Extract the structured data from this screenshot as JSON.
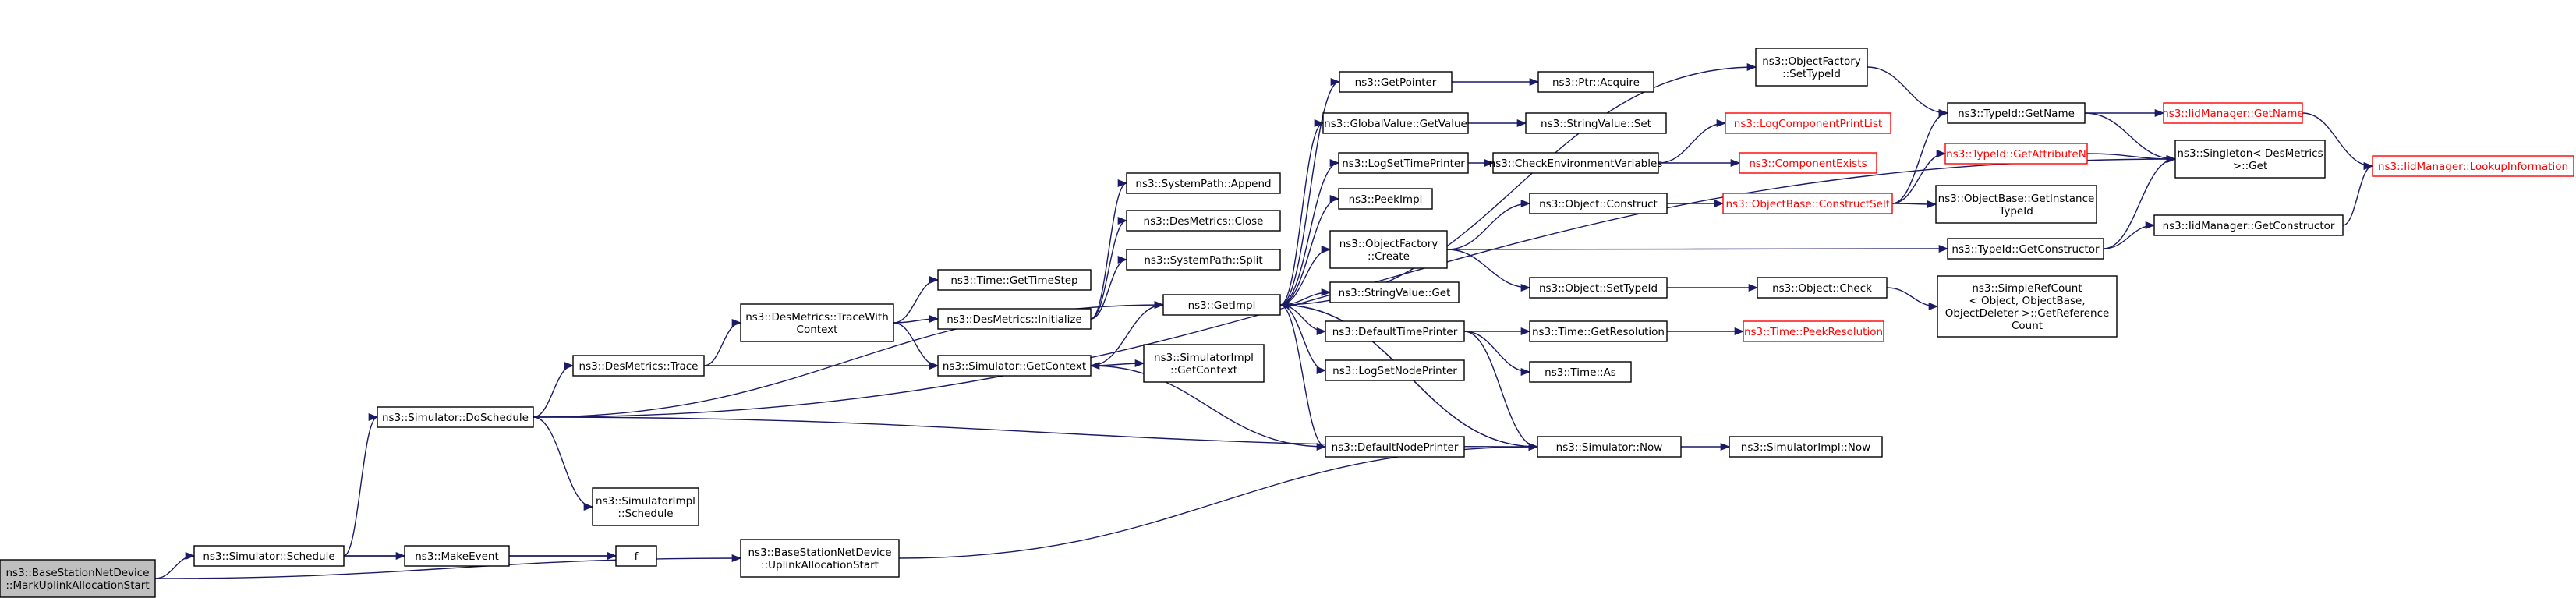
{
  "colors": {
    "edge": "#1a1a66",
    "node_border": "#000000",
    "root_fill": "#bfbfbf",
    "truncated_border": "#ff0000"
  },
  "nodes": {
    "root": [
      "ns3::BaseStationNetDevice",
      "::MarkUplinkAllocationStart"
    ],
    "schedule": [
      "ns3::Simulator::Schedule"
    ],
    "doschedule": [
      "ns3::Simulator::DoSchedule"
    ],
    "makeevent": [
      "ns3::MakeEvent"
    ],
    "f": [
      "f"
    ],
    "uplinkalloc": [
      "ns3::BaseStationNetDevice",
      "::UplinkAllocationStart"
    ],
    "implschedule": [
      "ns3::SimulatorImpl",
      "::Schedule"
    ],
    "dmtrace": [
      "ns3::DesMetrics::Trace"
    ],
    "dmtracewith": [
      "ns3::DesMetrics::TraceWith",
      "Context"
    ],
    "getcontext": [
      "ns3::Simulator::GetContext"
    ],
    "timegetstep": [
      "ns3::Time::GetTimeStep"
    ],
    "dminit": [
      "ns3::DesMetrics::Initialize"
    ],
    "spappend": [
      "ns3::SystemPath::Append"
    ],
    "dmclose": [
      "ns3::DesMetrics::Close"
    ],
    "spsplit": [
      "ns3::SystemPath::Split"
    ],
    "getimpl": [
      "ns3::GetImpl"
    ],
    "implgetcontext": [
      "ns3::SimulatorImpl",
      "::GetContext"
    ],
    "getpointer": [
      "ns3::GetPointer"
    ],
    "gvgetvalue": [
      "ns3::GlobalValue::GetValue"
    ],
    "logsettime": [
      "ns3::LogSetTimePrinter"
    ],
    "peekimpl": [
      "ns3::PeekImpl"
    ],
    "ofcreate": [
      "ns3::ObjectFactory",
      "::Create"
    ],
    "svget": [
      "ns3::StringValue::Get"
    ],
    "deftimeprinter": [
      "ns3::DefaultTimePrinter"
    ],
    "logsetnode": [
      "ns3::LogSetNodePrinter"
    ],
    "defnodeprinter": [
      "ns3::DefaultNodePrinter"
    ],
    "simnow": [
      "ns3::Simulator::Now"
    ],
    "implnow": [
      "ns3::SimulatorImpl::Now"
    ],
    "ptracquire": [
      "ns3::Ptr::Acquire"
    ],
    "svset": [
      "ns3::StringValue::Set"
    ],
    "checkenv": [
      "ns3::CheckEnvironmentVariables"
    ],
    "logcomplist": [
      "ns3::LogComponentPrintList"
    ],
    "compexists": [
      "ns3::ComponentExists"
    ],
    "objconstruct": [
      "ns3::Object::Construct"
    ],
    "obconstructself": [
      "ns3::ObjectBase::ConstructSelf"
    ],
    "objsettypeid": [
      "ns3::Object::SetTypeId"
    ],
    "objcheck": [
      "ns3::Object::Check"
    ],
    "timegetres": [
      "ns3::Time::GetResolution"
    ],
    "timepeekres": [
      "ns3::Time::PeekResolution"
    ],
    "timeas": [
      "ns3::Time::As"
    ],
    "ofsettypeid": [
      "ns3::ObjectFactory",
      "::SetTypeId"
    ],
    "typeidgetname": [
      "ns3::TypeId::GetName"
    ],
    "typeidgetattr": [
      "ns3::TypeId::GetAttributeN"
    ],
    "obgetinstance": [
      "ns3::ObjectBase::GetInstance",
      "TypeId"
    ],
    "typeidgetctor": [
      "ns3::TypeId::GetConstructor"
    ],
    "simplerefcount": [
      "ns3::SimpleRefCount",
      "< Object, ObjectBase,",
      "ObjectDeleter >::GetReference",
      "Count"
    ],
    "iidgetname": [
      "ns3::IidManager::GetName"
    ],
    "singleton": [
      "ns3::Singleton< DesMetrics",
      ">::Get"
    ],
    "iidgetctor": [
      "ns3::IidManager::GetConstructor"
    ],
    "iidlookup": [
      "ns3::IidManager::LookupInformation"
    ]
  }
}
